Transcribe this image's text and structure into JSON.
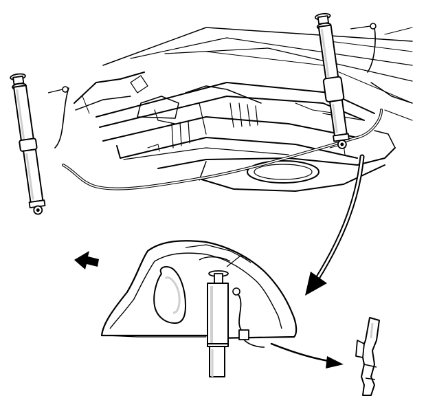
{
  "diagram": {
    "type": "technical-line-illustration",
    "background_color": "#ffffff",
    "line_color": "#000000",
    "shading_color": "#cfcfcf",
    "parts": [
      "vehicle-rear-underbody",
      "rear-shock-absorber-left",
      "rear-shock-absorber-right",
      "shock-absorber-wiring",
      "wheelhouse-liner",
      "shock-absorber-in-wheelhouse",
      "harness-retainer-clip"
    ],
    "arrows": [
      "detail-callout-arrow",
      "direction-arrow",
      "clip-callout-arrow"
    ]
  }
}
